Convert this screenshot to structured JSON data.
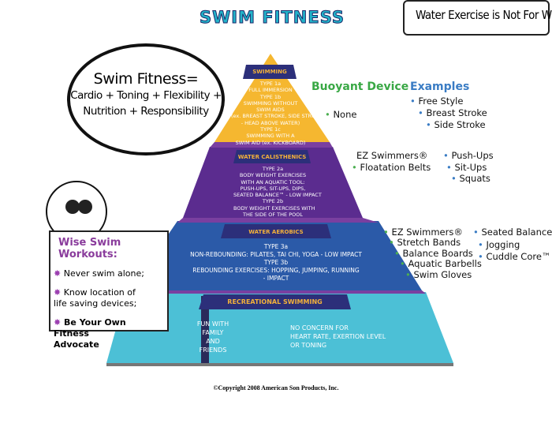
{
  "title": "SWIM FITNESS",
  "callout": "Water Exercise is Not For Wimps!",
  "equation": {
    "heading": "Swim Fitness=",
    "line1": "Cardio + Toning + Flexibility +",
    "line2": "Nutrition + Responsibility"
  },
  "pyramid": {
    "swimming": {
      "label": "SWIMMING",
      "lines": [
        "TYPE 1a",
        "FULL IMMERSION",
        "TYPE 1b",
        "SWIMMING WITHOUT",
        "SWIM AIDS",
        "(ex. BREAST STROKE, SIDE STROKE",
        "- HEAD ABOVE WATER)",
        "TYPE 1c",
        "SWIMMING WITH A",
        "SWIM AID (ex. KICKBOARD)"
      ],
      "color": "#f5b730"
    },
    "calisthenics": {
      "label": "WATER CALISTHENICS",
      "lines": [
        "TYPE 2a",
        "BODY WEIGHT EXERCISES",
        "WITH AN AQUATIC TOOL:",
        "PUSH-UPS, SIT-UPS, DIPS,",
        "SEATED BALANCE™ - LOW IMPACT",
        "TYPE 2b",
        "BODY WEIGHT EXERCISES WITH",
        "THE SIDE OF THE POOL"
      ],
      "color": "#5b2c8f"
    },
    "aerobics": {
      "label": "WATER AEROBICS",
      "lines": [
        "TYPE 3a",
        "NON-REBOUNDING: PILATES, TAI CHI, YOGA - LOW IMPACT",
        "TYPE 3b",
        "REBOUNDING EXERCISES: HOPPING, JUMPING, RUNNING",
        "- IMPACT"
      ],
      "color": "#2b5aa8"
    },
    "recreational": {
      "label": "RECREATIONAL SWIMMING",
      "left": [
        "FUN WITH",
        "FAMILY",
        "AND",
        "FRIENDS"
      ],
      "right": [
        "NO CONCERN FOR",
        "HEART RATE, EXERTION LEVEL",
        "OR TONING"
      ],
      "color": "#4cc0d6"
    }
  },
  "buoyant": {
    "heading": "Buoyant Device",
    "none": "None"
  },
  "examples": {
    "heading": "Examples",
    "items": [
      "Free Style",
      "Breast Stroke",
      "Side Stroke"
    ]
  },
  "calisthenics_devices": [
    "EZ Swimmers®",
    "Floatation Belts"
  ],
  "calisthenics_examples": [
    "Push-Ups",
    "Sit-Ups",
    "Squats"
  ],
  "aerobics_devices": [
    "EZ Swimmers®",
    "Stretch Bands",
    "Balance Boards",
    "Aquatic Barbells",
    "Swim Gloves"
  ],
  "aerobics_examples": [
    "Seated Balance ™",
    "Jogging",
    "Cuddle Core™"
  ],
  "wise": {
    "heading": "Wise Swim Workouts:",
    "items": [
      "Never swim alone;",
      "Know location of life saving devices;",
      "Be Your Own Fitness Advocate"
    ]
  },
  "copyright": "©Copyright 2008 American Son Products, Inc."
}
